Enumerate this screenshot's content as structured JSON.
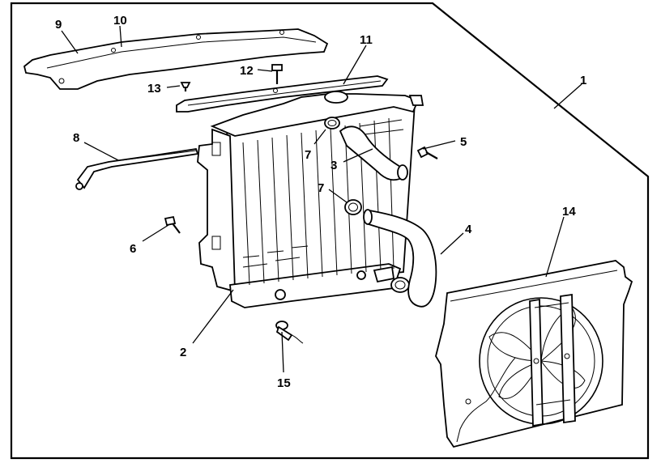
{
  "callouts": [
    {
      "id": "1",
      "label": "1"
    },
    {
      "id": "2",
      "label": "2"
    },
    {
      "id": "3",
      "label": "3"
    },
    {
      "id": "4",
      "label": "4"
    },
    {
      "id": "5",
      "label": "5"
    },
    {
      "id": "6",
      "label": "6"
    },
    {
      "id": "7a",
      "label": "7"
    },
    {
      "id": "7b",
      "label": "7"
    },
    {
      "id": "8",
      "label": "8"
    },
    {
      "id": "9",
      "label": "9"
    },
    {
      "id": "10",
      "label": "10"
    },
    {
      "id": "11",
      "label": "11"
    },
    {
      "id": "12",
      "label": "12"
    },
    {
      "id": "13",
      "label": "13"
    },
    {
      "id": "14",
      "label": "14"
    },
    {
      "id": "15",
      "label": "15"
    }
  ]
}
